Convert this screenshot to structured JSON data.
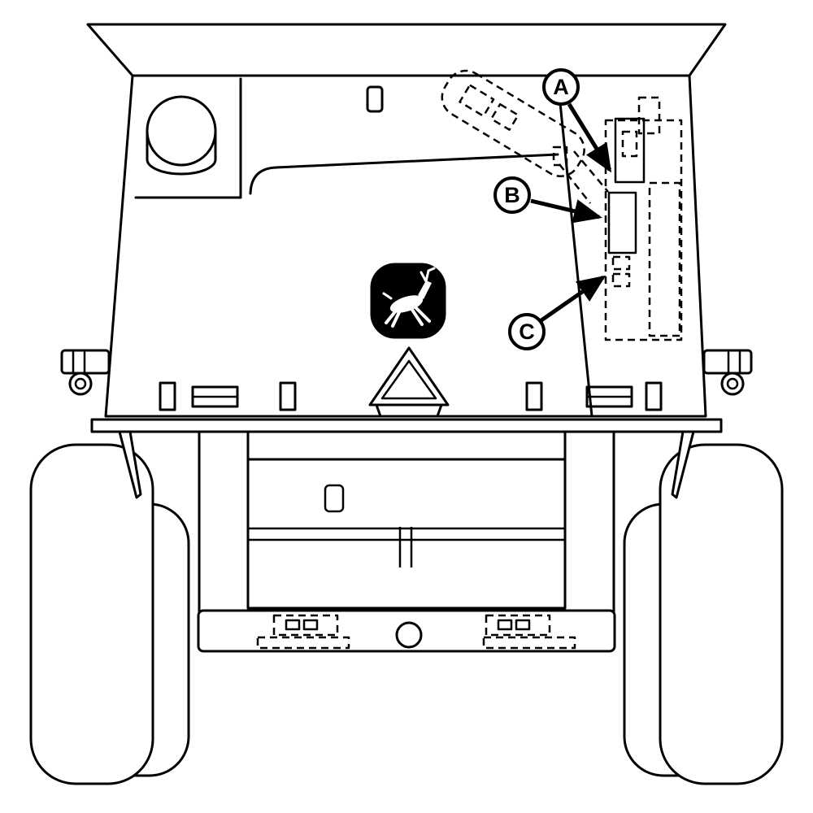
{
  "diagram": {
    "type": "technical-line-drawing",
    "subject": "combine-rear-view-label-locations",
    "callouts": [
      {
        "label": "A"
      },
      {
        "label": "B"
      },
      {
        "label": "C"
      }
    ],
    "icons": {
      "brand_emblem": "john-deere-leaping-deer-emblem",
      "warning_emblem": "slow-moving-vehicle-triangle"
    },
    "colors": {
      "line": "#000000",
      "background": "#ffffff",
      "emblem_fill": "#000000"
    }
  }
}
